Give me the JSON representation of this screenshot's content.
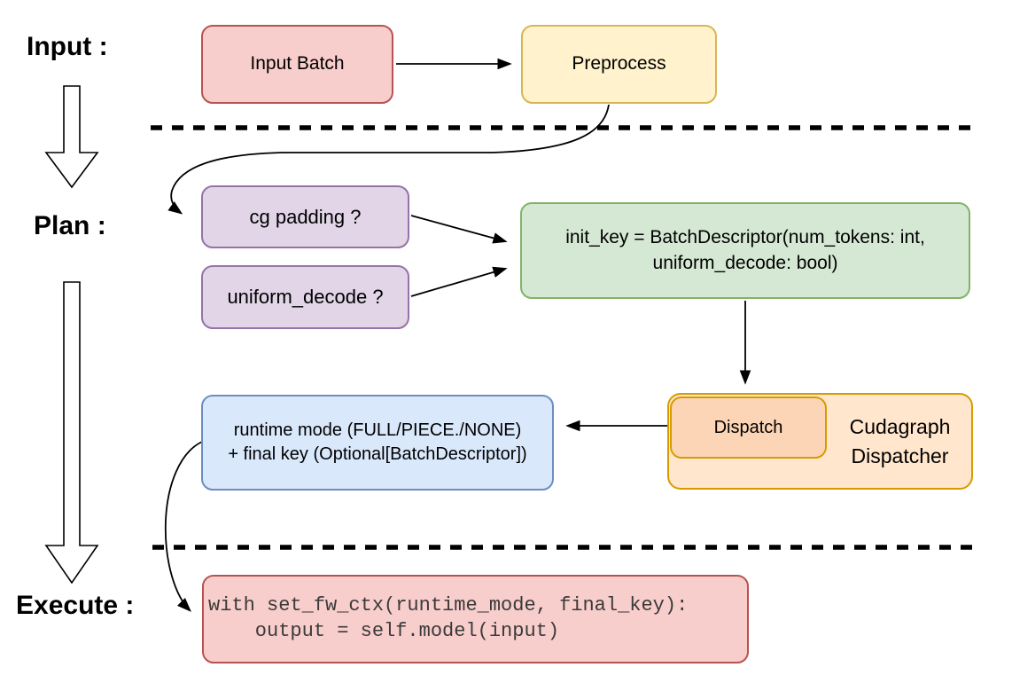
{
  "figure": {
    "background": "#ffffff",
    "separator_color": "#000000",
    "arrow_color": "#000000"
  },
  "stage_labels": {
    "input": "Input :",
    "plan": "Plan :",
    "execute": "Execute :"
  },
  "nodes": {
    "input_batch": {
      "label": "Input Batch",
      "fill": "#f8cecc",
      "stroke": "#b85450"
    },
    "preprocess": {
      "label": "Preprocess",
      "fill": "#fff2cc",
      "stroke": "#d6b656"
    },
    "cg_padding": {
      "label": "cg padding ?",
      "fill": "#e1d5e7",
      "stroke": "#9673a6"
    },
    "uniform_decode": {
      "label": "uniform_decode ?",
      "fill": "#e1d5e7",
      "stroke": "#9673a6"
    },
    "init_key": {
      "line1": "init_key = BatchDescriptor(num_tokens: int,",
      "line2": "uniform_decode: bool)",
      "fill": "#d5e8d4",
      "stroke": "#82b366"
    },
    "dispatch": {
      "label": "Dispatch",
      "fill": "#fbd5b5",
      "stroke": "#d79b00"
    },
    "cudagraph_dispatcher": {
      "line1": "Cudagraph",
      "line2": "Dispatcher",
      "fill": "#ffe6cc",
      "stroke": "#d79b00"
    },
    "runtime_result": {
      "line1": "runtime mode (FULL/PIECE./NONE)",
      "line2": "+ final key (Optional[BatchDescriptor])",
      "fill": "#dae8fc",
      "stroke": "#6c8ebf"
    },
    "execute_code": {
      "line1": "with set_fw_ctx(runtime_mode, final_key):",
      "line2": "    output = self.model(input)",
      "fill": "#f8cecc",
      "stroke": "#b85450"
    }
  }
}
